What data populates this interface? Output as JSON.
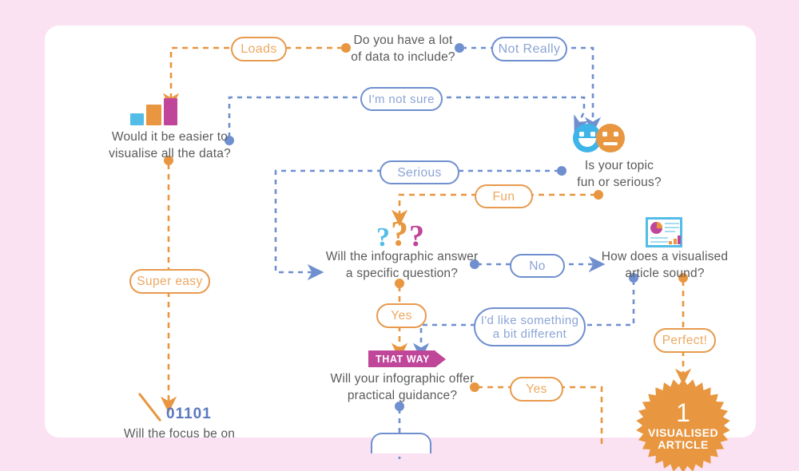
{
  "page": {
    "background_color": "#fbe2f2",
    "card_color": "#ffffff"
  },
  "palette": {
    "orange": "#e8963f",
    "orange_light": "#eda861",
    "blue": "#6f8fcf",
    "blue_light": "#8ba4d6",
    "cyan": "#53bde8",
    "magenta": "#c0469a",
    "text_grey": "#595a5c",
    "binary_blue": "#5b78bf"
  },
  "questions": {
    "data_amount": "Do you have a lot\nof data to include?",
    "visualise_all": "Would it be easier to\nvisualise all the data?",
    "topic_tone": "Is your topic\nfun or serious?",
    "specific_question": "Will the infographic answer\na specific question?",
    "visualised_article": "How does a visualised\narticle sound?",
    "practical_guidance": "Will your infographic offer\npractical guidance?",
    "focus_on": "Will the focus be on"
  },
  "labels": {
    "loads": "Loads",
    "not_really": "Not Really",
    "im_not_sure": "I'm not sure",
    "serious": "Serious",
    "fun": "Fun",
    "no": "No",
    "yes_specific": "Yes",
    "yes_practical": "Yes",
    "a_bit_different": "I'd like something\na bit different",
    "super_easy": "Super easy",
    "perfect": "Perfect!"
  },
  "banner": {
    "that_way": "THAT WAY"
  },
  "badge": {
    "number": "1",
    "caption": "VISUALISED\nARTICLE"
  },
  "binary": {
    "value": "01101"
  },
  "icons": {
    "bar_chart": "bar-chart-icon",
    "faces": "smiley-faces-icon",
    "question_marks": "question-marks-icon",
    "article": "visualised-article-icon",
    "slash": "pencil-slash-icon",
    "badge": "starburst-badge-icon"
  }
}
